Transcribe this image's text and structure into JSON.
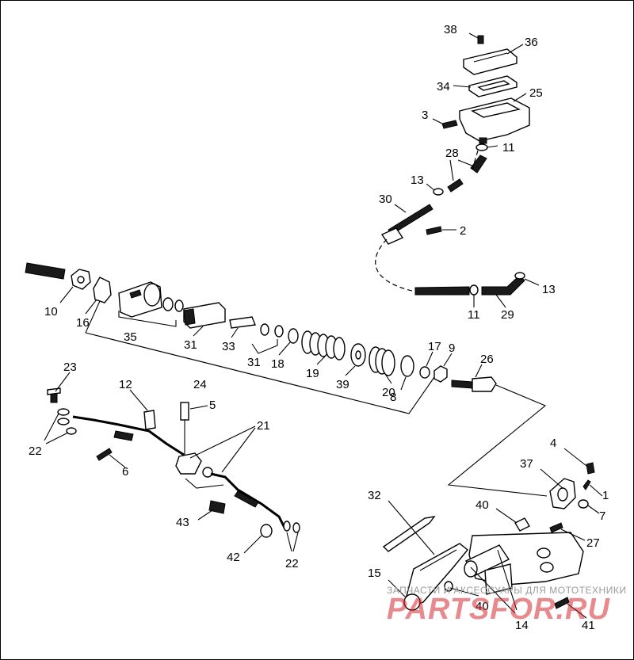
{
  "diagram": {
    "callouts": [
      "38",
      "36",
      "34",
      "25",
      "3",
      "11",
      "28",
      "13",
      "30",
      "2",
      "13",
      "11",
      "29",
      "10",
      "16",
      "35",
      "31",
      "33",
      "31",
      "18",
      "19",
      "39",
      "20",
      "8",
      "17",
      "9",
      "26",
      "24",
      "23",
      "12",
      "5",
      "21",
      "22",
      "6",
      "43",
      "42",
      "22",
      "4",
      "37",
      "1",
      "40",
      "7",
      "27",
      "32",
      "15",
      "40",
      "14",
      "41"
    ]
  },
  "watermark": {
    "line1": "ЗАПЧАСТИ И АКСЕССУАРЫ ДЛЯ МОТОТЕХНИКИ",
    "line2": "PARTSFOR.RU"
  },
  "colors": {
    "ink": "#000000",
    "watermark": "#d62832"
  }
}
